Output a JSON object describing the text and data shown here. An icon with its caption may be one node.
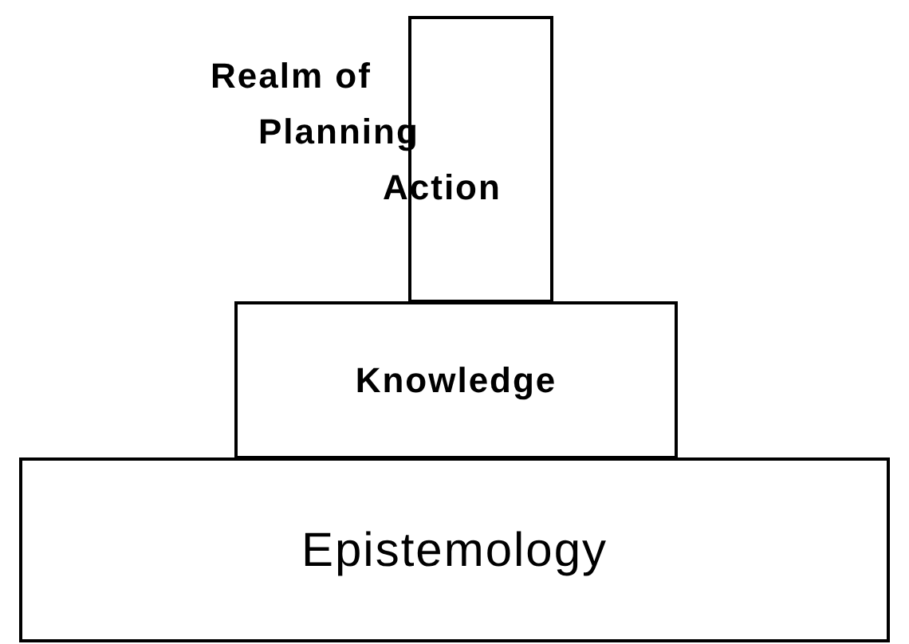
{
  "diagram": {
    "nodes": [
      {
        "text": [
          "Epistemology"
        ]
      },
      {
        "text": [
          "Knowledge"
        ]
      },
      {
        "text": [
          "Realm of Planning Action"
        ]
      }
    ]
  }
}
